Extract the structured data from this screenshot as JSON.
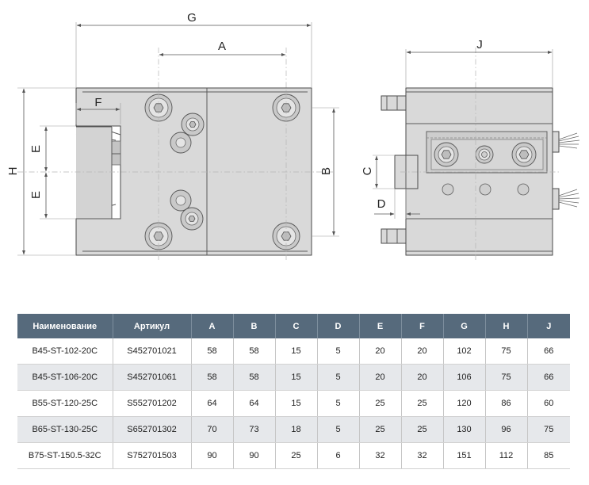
{
  "dimension_labels": {
    "G": "G",
    "A": "A",
    "J": "J",
    "F": "F",
    "H": "H",
    "E_top": "E",
    "E_bottom": "E",
    "B": "B",
    "C": "C",
    "D": "D"
  },
  "table": {
    "headers": [
      "Наименование",
      "Артикул",
      "A",
      "B",
      "C",
      "D",
      "E",
      "F",
      "G",
      "H",
      "J"
    ],
    "rows": [
      [
        "B45-ST-102-20C",
        "S452701021",
        "58",
        "58",
        "15",
        "5",
        "20",
        "20",
        "102",
        "75",
        "66"
      ],
      [
        "B45-ST-106-20C",
        "S452701061",
        "58",
        "58",
        "15",
        "5",
        "20",
        "20",
        "106",
        "75",
        "66"
      ],
      [
        "B55-ST-120-25C",
        "S552701202",
        "64",
        "64",
        "15",
        "5",
        "25",
        "25",
        "120",
        "86",
        "60"
      ],
      [
        "B65-ST-130-25C",
        "S652701302",
        "70",
        "73",
        "18",
        "5",
        "25",
        "25",
        "130",
        "96",
        "75"
      ],
      [
        "B75-ST-150.5-32C",
        "S752701503",
        "90",
        "90",
        "25",
        "6",
        "32",
        "32",
        "151",
        "112",
        "85"
      ]
    ]
  },
  "colors": {
    "header_bg": "#566a7c",
    "stripe_bg": "#e6e8eb",
    "body_fill": "#d9d9d9"
  }
}
